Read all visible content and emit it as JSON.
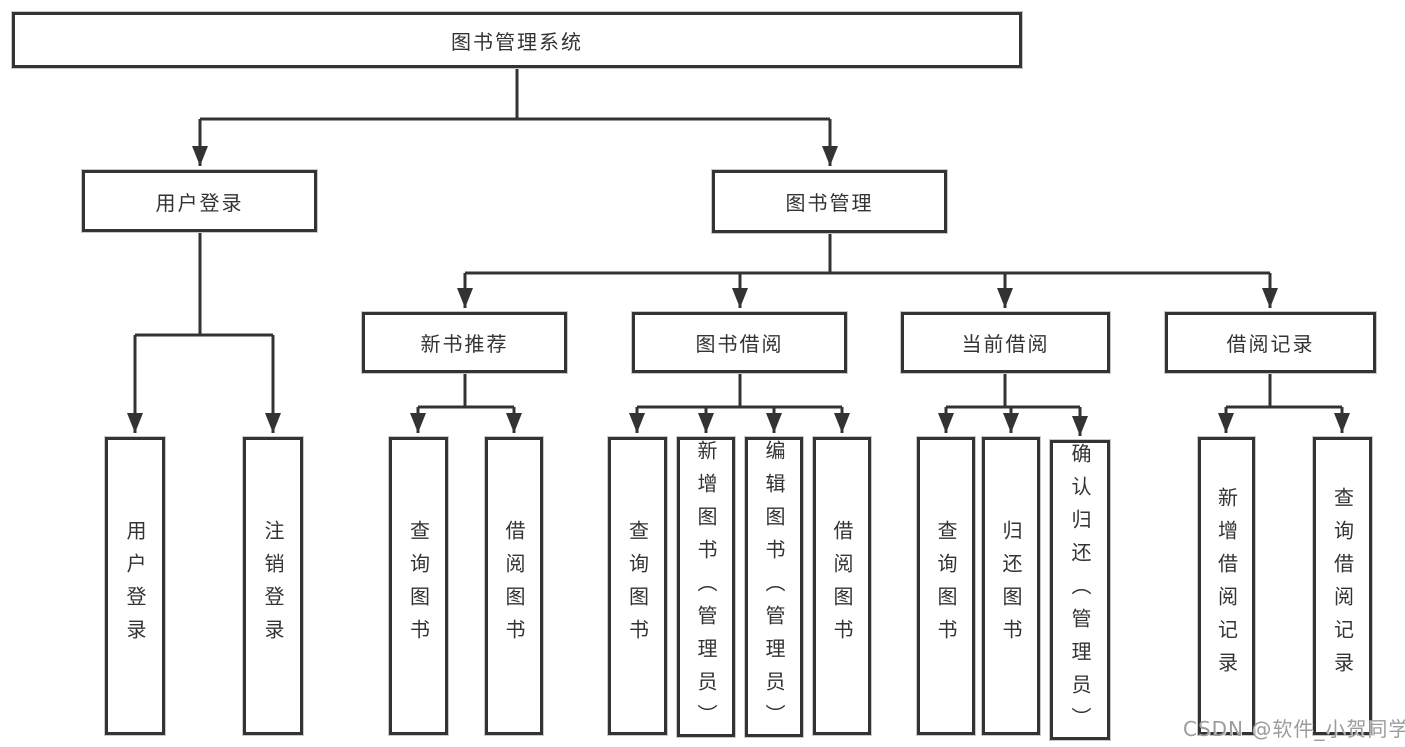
{
  "diagram": {
    "root": {
      "label": "图书管理系统"
    },
    "level2": [
      {
        "label": "用户登录"
      },
      {
        "label": "图书管理"
      }
    ],
    "level3": [
      {
        "label": "新书推荐"
      },
      {
        "label": "图书借阅"
      },
      {
        "label": "当前借阅"
      },
      {
        "label": "借阅记录"
      }
    ],
    "level4": {
      "user_login": [
        "用户登录",
        "注销登录"
      ],
      "new_book": [
        "查询图书",
        "借阅图书"
      ],
      "book_borrow": [
        "查询图书",
        "新增图书（管理员）",
        "编辑图书（管理员）",
        "借阅图书"
      ],
      "current_borrow": [
        "查询图书",
        "归还图书",
        "确认归还（管理员）"
      ],
      "borrow_record": [
        "新增借阅记录",
        "查询借阅记录"
      ]
    }
  },
  "watermark": "CSDN @软件_小贺同学",
  "colors": {
    "line": "#333333",
    "text": "#333333",
    "box_background": "#ffffff",
    "watermark": "#9c9c9c",
    "page_background": "#ffffff"
  }
}
